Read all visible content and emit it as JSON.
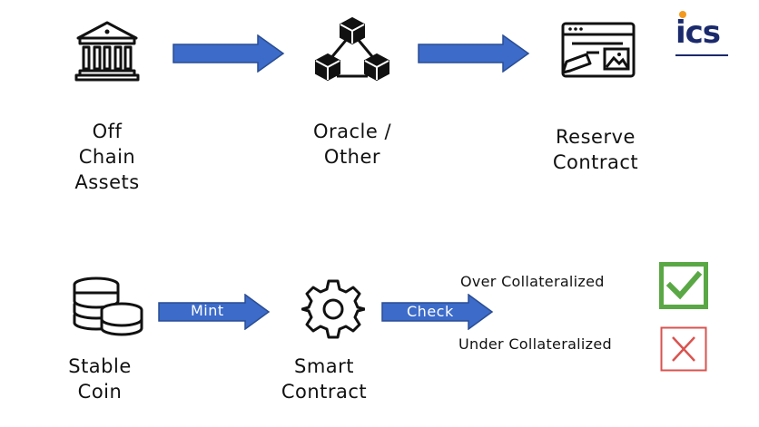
{
  "logo": {
    "text": "ics"
  },
  "nodes": {
    "off_chain": {
      "lines": [
        "Off",
        "Chain",
        "Assets"
      ],
      "icon": "bank-icon"
    },
    "oracle": {
      "lines": [
        "Oracle /",
        "Other"
      ],
      "icon": "cubes-network-icon"
    },
    "reserve": {
      "lines": [
        "Reserve",
        "Contract"
      ],
      "icon": "contract-document-icon"
    },
    "stable": {
      "lines": [
        "Stable",
        "Coin"
      ],
      "icon": "coins-stack-icon"
    },
    "smart": {
      "lines": [
        "Smart",
        "Contract"
      ],
      "icon": "gear-icon"
    }
  },
  "arrows": {
    "mint": "Mint",
    "check": "Check"
  },
  "outcomes": {
    "over": {
      "label": "Over Collateralized",
      "icon": "checkmark-icon",
      "color": "#5aa845"
    },
    "under": {
      "label": "Under Collateralized",
      "icon": "cross-icon",
      "color": "#d9534f"
    }
  },
  "colors": {
    "arrow": "#3c6bc9",
    "arrow_border": "#2a4d94"
  }
}
